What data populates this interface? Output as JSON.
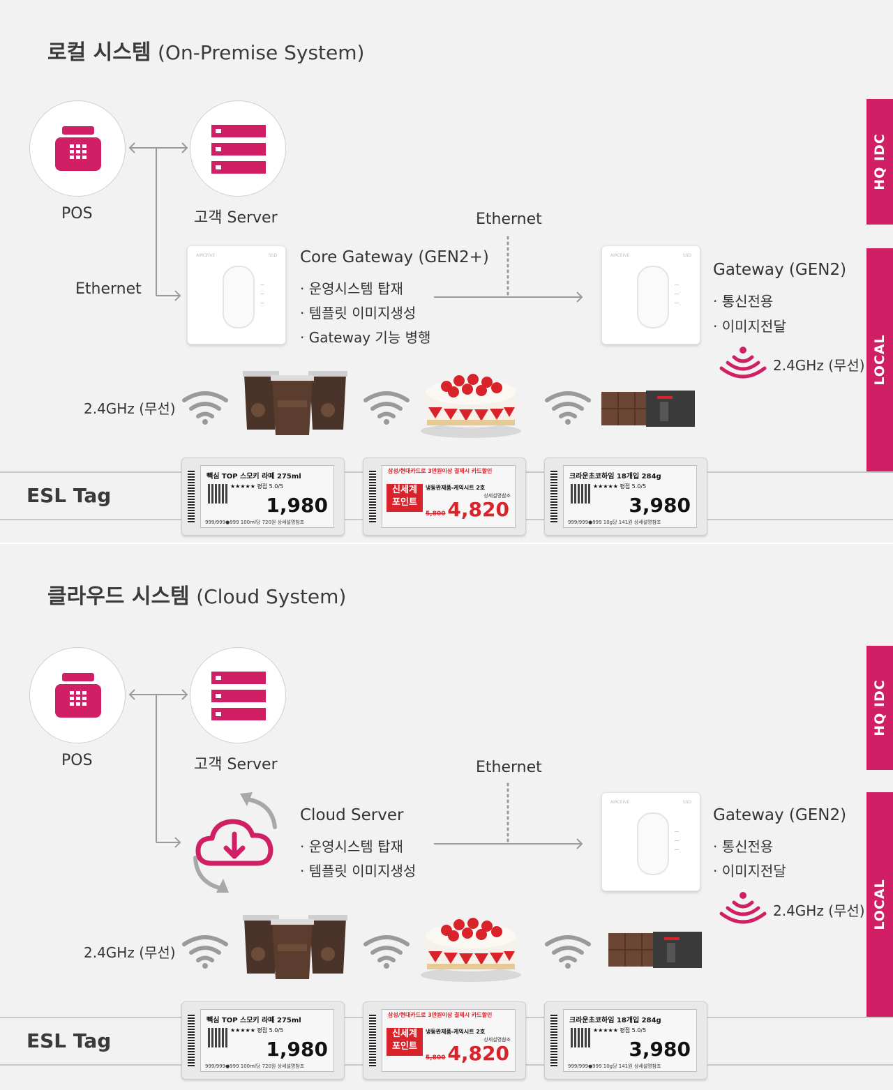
{
  "colors": {
    "accent": "#d11f66",
    "line": "#9a9a9a",
    "background": "#f2f2f2"
  },
  "sections": [
    {
      "title_bold": "로컬 시스템",
      "title_sub": "(On-Premise System)",
      "pos_label": "POS",
      "server_label": "고객 Server",
      "ethernet_left": "Ethernet",
      "ethernet_top": "Ethernet",
      "core": {
        "title": "Core Gateway (GEN2+)",
        "bullets": [
          "· 운영시스템 탑재",
          "· 템플릿 이미지생성",
          "· Gateway 기능 병행"
        ]
      },
      "gateway": {
        "title": "Gateway (GEN2)",
        "bullets": [
          "· 통신전용",
          "· 이미지전달"
        ]
      },
      "wireless_right": "2.4GHz (무선)",
      "wireless_left": "2.4GHz (무선)",
      "tab_hq": "HQ IDC",
      "tab_local": "LOCAL",
      "esl_label": "ESL Tag"
    },
    {
      "title_bold": "클라우드 시스템",
      "title_sub": "(Cloud System)",
      "pos_label": "POS",
      "server_label": "고객 Server",
      "ethernet_top": "Ethernet",
      "cloud": {
        "title": "Cloud Server",
        "bullets": [
          "· 운영시스템 탑재",
          "· 템플릿 이미지생성"
        ]
      },
      "gateway": {
        "title": "Gateway (GEN2)",
        "bullets": [
          "· 통신전용",
          "· 이미지전달"
        ]
      },
      "wireless_right": "2.4GHz (무선)",
      "wireless_left": "2.4GHz (무선)",
      "tab_hq": "HQ IDC",
      "tab_local": "LOCAL",
      "esl_label": "ESL Tag"
    }
  ],
  "tags": [
    {
      "title": "빽심 TOP 스모키 라떼 275ml",
      "rating": "★★★★★ 평점 5.0/5",
      "price": "1,980",
      "foot": "999/999●999   100ml당 720원 상세설명참조"
    },
    {
      "title": "삼성/현대카드로 3만원이상 결제시 카드할인",
      "promo": "신세계 포인트",
      "sub": "냉동완제품-케익시트 2호",
      "old_price": "5,800",
      "price": "4,820",
      "foot_r": "상세설명참조"
    },
    {
      "title": "크라운초코하임 18개입 284g",
      "rating": "★★★★★ 평점 5.0/5",
      "price": "3,980",
      "foot": "999/999●999   10g당 141원 상세설명참조"
    }
  ],
  "icons": [
    "cash-register-icon",
    "server-icon",
    "cloud-download-icon",
    "wifi-icon",
    "broadcast-icon"
  ]
}
